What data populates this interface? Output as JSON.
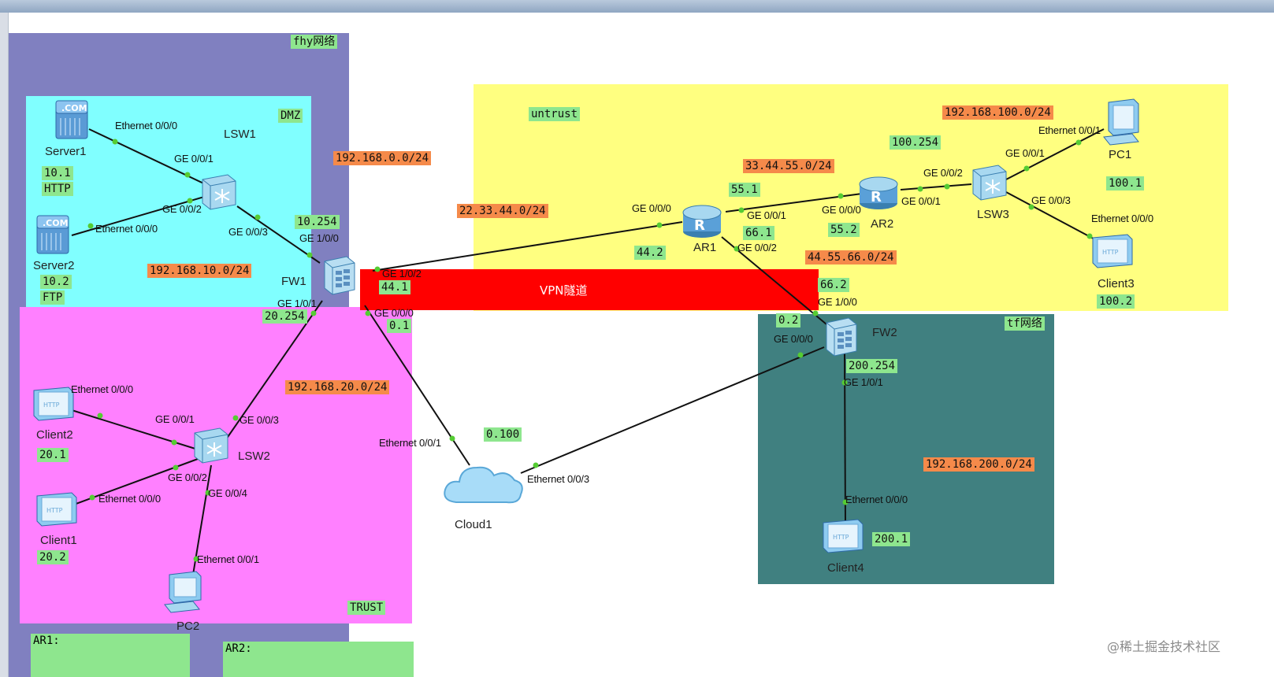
{
  "zones": {
    "fhy": {
      "label": "fhy网络",
      "color": "#8080c0"
    },
    "dmz": {
      "label": "DMZ",
      "color": "#80ffff"
    },
    "trust": {
      "label": "TRUST",
      "color": "#ff80ff"
    },
    "untrust": {
      "label": "untrust",
      "color": "#ffff80"
    },
    "tf": {
      "label": "tf网络",
      "color": "#408080"
    }
  },
  "vpn": {
    "label": "VPN隧道",
    "color": "#ff0000"
  },
  "devices": {
    "server1": {
      "name": "Server1",
      "icon": "server-icon"
    },
    "server2": {
      "name": "Server2",
      "icon": "server-icon"
    },
    "lsw1": {
      "name": "LSW1",
      "icon": "switch-icon"
    },
    "fw1": {
      "name": "FW1",
      "icon": "firewall-icon"
    },
    "client2": {
      "name": "Client2",
      "icon": "client-icon"
    },
    "client1": {
      "name": "Client1",
      "icon": "client-icon"
    },
    "lsw2": {
      "name": "LSW2",
      "icon": "switch-icon"
    },
    "pc2": {
      "name": "PC2",
      "icon": "pc-icon"
    },
    "cloud1": {
      "name": "Cloud1",
      "icon": "cloud-icon"
    },
    "ar1": {
      "name": "AR1",
      "icon": "router-icon"
    },
    "ar2": {
      "name": "AR2",
      "icon": "router-icon"
    },
    "lsw3": {
      "name": "LSW3",
      "icon": "switch-icon"
    },
    "pc1": {
      "name": "PC1",
      "icon": "pc-icon"
    },
    "client3": {
      "name": "Client3",
      "icon": "client-icon"
    },
    "fw2": {
      "name": "FW2",
      "icon": "firewall-icon"
    },
    "client4": {
      "name": "Client4",
      "icon": "client-icon"
    }
  },
  "green_tags": {
    "s1_ip": "10.1",
    "s1_svc": "HTTP",
    "s2_ip": "10.2",
    "s2_svc": "FTP",
    "fw1_dmz": "10.254",
    "fw1_trust": "20.254",
    "fw1_untrust": "44.1",
    "fw1_cloud": "0.1",
    "c2": "20.1",
    "c1": "20.2",
    "cloud": "0.100",
    "ar1_left": "44.2",
    "ar1_right": "55.1",
    "ar1_down": "66.1",
    "ar2_left": "55.2",
    "ar2_right": "100.254",
    "pc1": "100.1",
    "c3": "100.2",
    "fw2_up": "66.2",
    "fw2_cloud": "0.2",
    "fw2_in": "200.254",
    "c4": "200.1"
  },
  "orange_tags": {
    "n_dmz": "192.168.0.0/24",
    "n_s": "192.168.10.0/24",
    "n_trust": "192.168.20.0/24",
    "n_2233": "22.33.44.0/24",
    "n_3344": "33.44.55.0/24",
    "n_4455": "44.55.66.0/24",
    "n_100": "192.168.100.0/24",
    "n_200": "192.168.200.0/24"
  },
  "ports": {
    "p1": "Ethernet 0/0/0",
    "p2": "GE 0/0/1",
    "p3": "GE 0/0/2",
    "p4": "Ethernet 0/0/0",
    "p5": "GE 0/0/3",
    "p6": "GE 1/0/0",
    "p7": "GE 1/0/2",
    "p8": "GE 1/0/1",
    "p9": "GE 0/0/0",
    "p10": "Ethernet 0/0/0",
    "p11": "GE 0/0/1",
    "p12": "GE 0/0/3",
    "p13": "GE 0/0/2",
    "p14": "Ethernet 0/0/0",
    "p15": "GE 0/0/4",
    "p16": "Ethernet 0/0/1",
    "p17": "Ethernet 0/0/1",
    "p18": "Ethernet 0/0/3",
    "p19": "GE 0/0/0",
    "p20": "GE 0/0/1",
    "p21": "GE 0/0/2",
    "p22": "GE 0/0/0",
    "p23": "GE 0/0/1",
    "p24": "GE 0/0/2",
    "p25": "GE 0/0/1",
    "p26": "Ethernet 0/0/1",
    "p27": "GE 0/0/3",
    "p28": "Ethernet 0/0/0",
    "p29": "GE 1/0/0",
    "p30": "GE 0/0/0",
    "p31": "GE 1/0/1",
    "p32": "Ethernet 0/0/0"
  },
  "notes": {
    "ar1": "AR1:",
    "ar2": "AR2:"
  },
  "watermark": "@稀土掘金技术社区",
  "colors": {
    "link": "#111111",
    "endpoint": "#55cc33"
  }
}
